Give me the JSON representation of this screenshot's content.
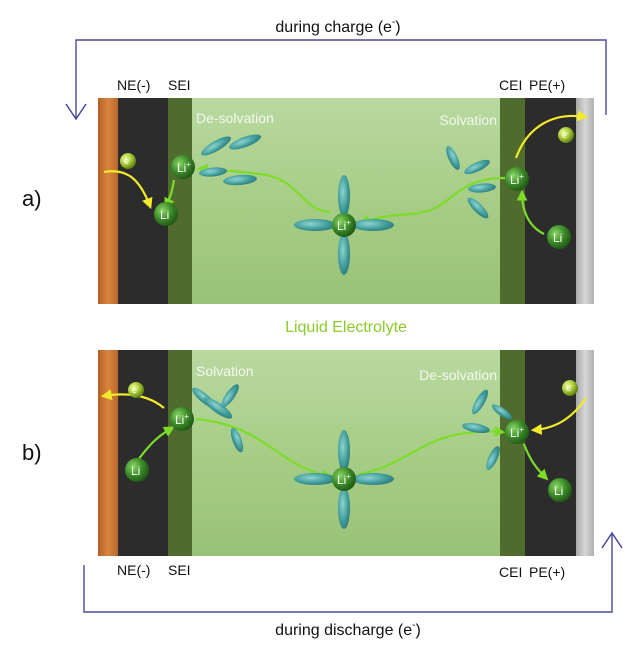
{
  "charge": {
    "title_main": "during charge (e",
    "title_sup": "-",
    "title_end": ")",
    "row_label": "a)",
    "labels": {
      "ne": "NE(-)",
      "sei": "SEI",
      "cei": "CEI",
      "pe": "PE(+)",
      "left_process": "De-solvation",
      "right_process": "Solvation"
    },
    "ion_li_plus": "Li",
    "ion_li": "Li",
    "electron": "e"
  },
  "electrolyte_label": "Liquid Electrolyte",
  "discharge": {
    "title_main": "during discharge (e",
    "title_sup": "-",
    "title_end": ")",
    "row_label": "b)",
    "labels": {
      "ne": "NE(-)",
      "sei": "SEI",
      "cei": "CEI",
      "pe": "PE(+)",
      "left_process": "Solvation",
      "right_process": "De-solvation"
    },
    "ion_li_plus": "Li",
    "ion_li": "Li",
    "electron": "e"
  },
  "colors": {
    "copper": "#c8702f",
    "electrode": "#2c2c2c",
    "interphase": "#4f6b2e",
    "electrolyte": "#a9cf8a",
    "aluminum": "#b9b9b9",
    "li_sphere": "#3f8a2c",
    "solvent": "#4aa3a3",
    "arrow_green": "#7ddc2a",
    "arrow_yellow": "#f2ea2a",
    "circuit": "#4a4a9a",
    "electrolyte_text": "#8acb2a"
  }
}
